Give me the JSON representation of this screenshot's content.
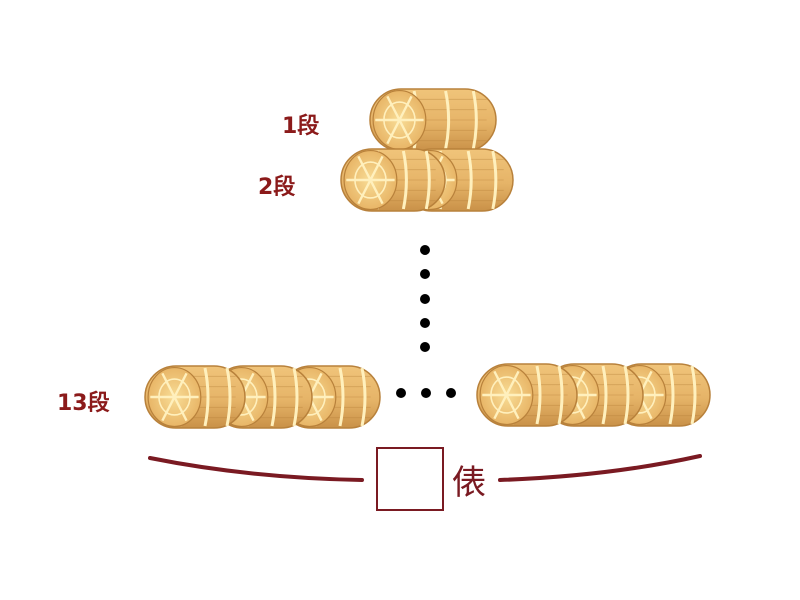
{
  "labels": {
    "tier1": "1段",
    "tier2": "2段",
    "tier13": "13段"
  },
  "answer": {
    "blank": "",
    "unit": "俵"
  },
  "colors": {
    "label": "#8b1a1a",
    "brace": "#7a1a22",
    "bale_fill": "#e6b468",
    "bale_light": "#f6e3a4",
    "bale_dark": "#b8813b",
    "rope": "#fff0bd",
    "dots": "#000000"
  },
  "icons": {
    "bale": "rice-bale-icon",
    "ellipsis_vertical": "vertical-ellipsis",
    "ellipsis_horizontal": "horizontal-ellipsis"
  }
}
